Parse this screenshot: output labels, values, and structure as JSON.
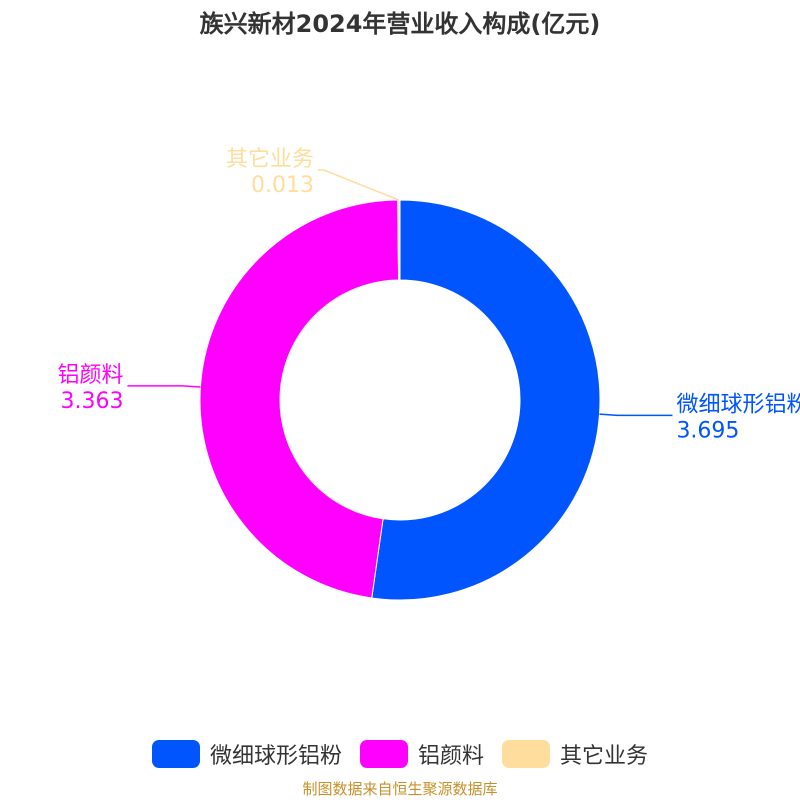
{
  "chart_data": {
    "type": "pie",
    "variant": "donut",
    "title": "族兴新材2024年营业收入构成(亿元)",
    "slices": [
      {
        "name": "微细球形铝粉",
        "value": 3.695,
        "label": "3.695",
        "color": "#0055ff"
      },
      {
        "name": "铝颜料",
        "value": 3.363,
        "label": "3.363",
        "color": "#ff00ff"
      },
      {
        "name": "其它业务",
        "value": 0.013,
        "label": "0.013",
        "color": "#ffdd9c"
      }
    ],
    "legend_position": "bottom"
  },
  "footer": {
    "source": "制图数据来自恒生聚源数据库",
    "source_color": "#c8902a"
  }
}
